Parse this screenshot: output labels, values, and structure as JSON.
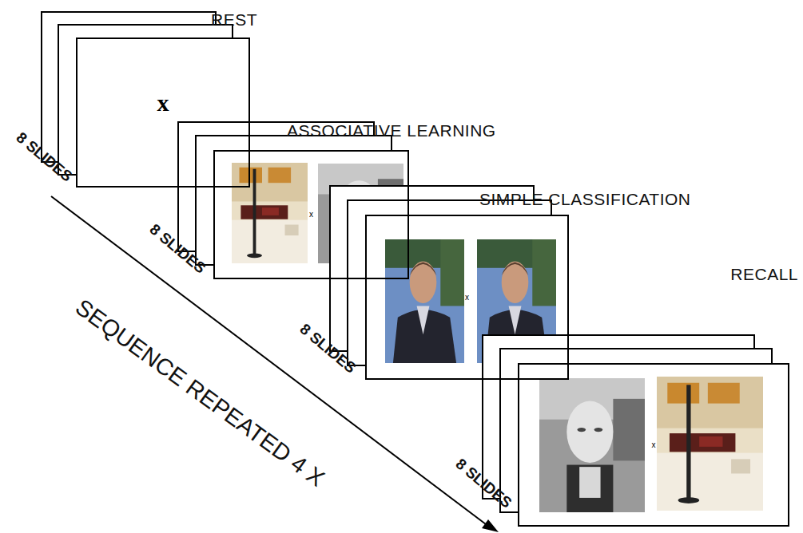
{
  "diagram": {
    "nodes": [
      {
        "text": [
          "REST",
          "x"
        ]
      },
      {
        "text": [
          "ASSOCIATIVE LEARNING",
          "x"
        ]
      },
      {
        "text": [
          "SIMPLE CLASSIFICATION",
          "x"
        ]
      },
      {
        "text": [
          "RECALL",
          "x"
        ]
      }
    ],
    "labels": [
      "8 SLIDES",
      "8 SLIDES",
      "8 SLIDES",
      "8 SLIDES",
      "SEQUENCE REPEATED 4 X"
    ]
  }
}
